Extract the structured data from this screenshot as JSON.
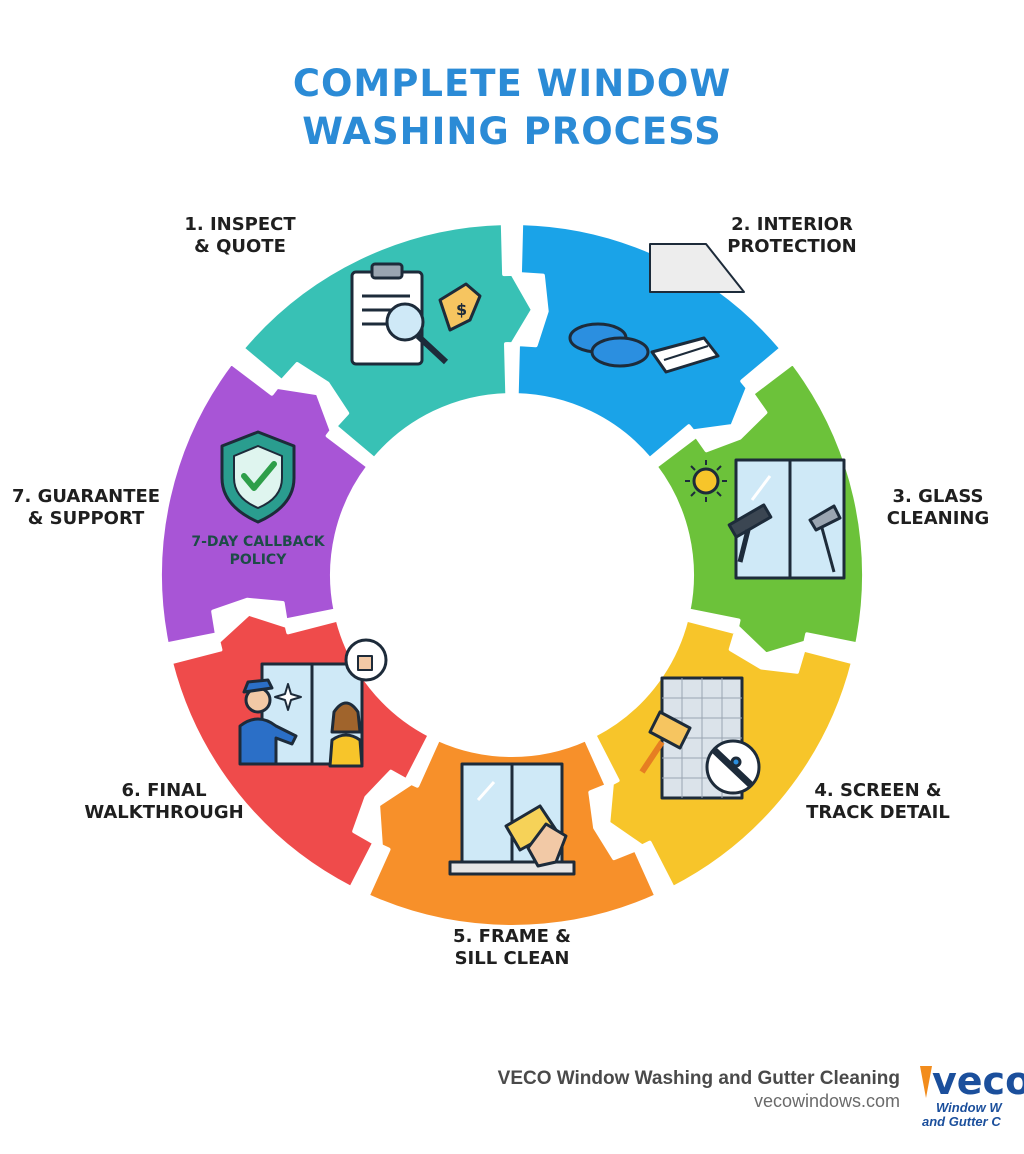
{
  "title": {
    "line1": "COMPLETE WINDOW",
    "line2": "WASHING PROCESS"
  },
  "steps": [
    {
      "line1": "1. INSPECT",
      "line2": "& QUOTE",
      "color": "#1aa3e8",
      "icon": "clipboard-magnifier-icon"
    },
    {
      "line1": "2. INTERIOR",
      "line2": "PROTECTION",
      "color": "#6cc23a",
      "icon": "shoe-covers-drop-cloth-icon"
    },
    {
      "line1": "3. GLASS",
      "line2": "CLEANING",
      "color": "#f7c52a",
      "icon": "window-squeegee-icon"
    },
    {
      "line1": "4. SCREEN &",
      "line2": "TRACK DETAIL",
      "color": "#f7902a",
      "icon": "screen-brush-track-icon"
    },
    {
      "line1": "5. FRAME &",
      "line2": "SILL CLEAN",
      "color": "#ef4b4b",
      "icon": "window-sill-wipe-icon"
    },
    {
      "line1": "6. FINAL",
      "line2": "WALKTHROUGH",
      "color": "#a855d6",
      "icon": "technician-customer-thumbs-up-icon"
    },
    {
      "line1": "7. GUARANTEE",
      "line2": "& SUPPORT",
      "color": "#38c1b5",
      "icon": "shield-check-icon"
    }
  ],
  "policy": {
    "line1": "7-DAY CALLBACK",
    "line2": "POLICY"
  },
  "footer": {
    "company": "VECO Window Washing and Gutter Cleaning",
    "url": "vecowindows.com"
  },
  "logo": {
    "mark": "veco",
    "line1": "Window W",
    "line2": "and Gutter C"
  }
}
